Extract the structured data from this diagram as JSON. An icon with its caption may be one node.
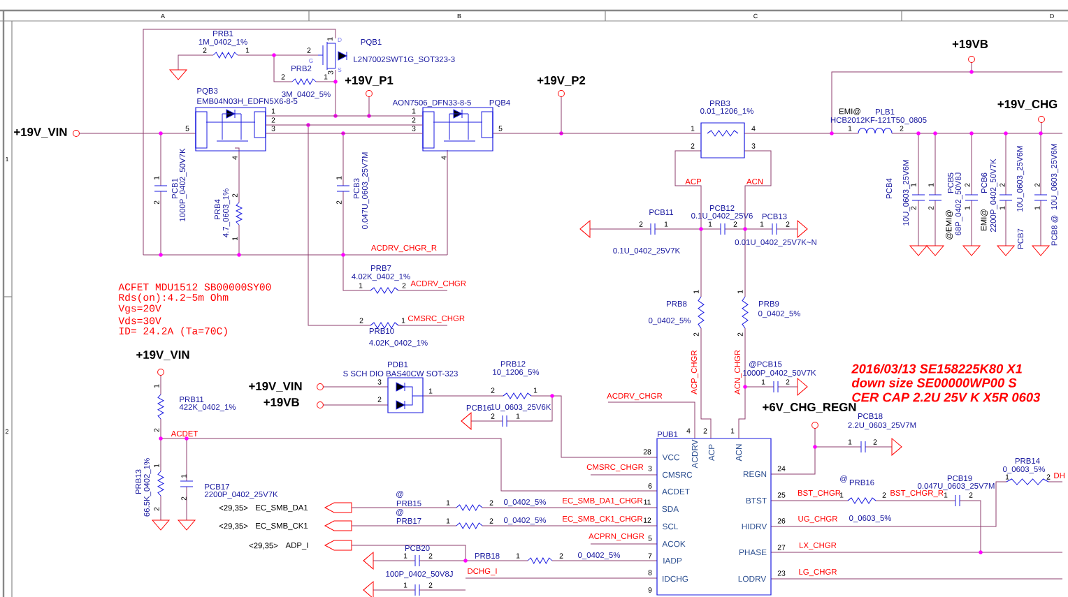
{
  "diagram": {
    "nodes": [
      {
        "text": [],
        "shape": "box",
        "beside": [
          "PQB3",
          "EMB04N03H_EDFN5X6-8-5"
        ]
      },
      {
        "text": [],
        "shape": "box",
        "beside": [
          "AON7506_DFN33-8-5",
          "PQB4"
        ]
      },
      {
        "text": [],
        "shape": "box",
        "beside": [
          "PRB3",
          "0.01_1206_1%"
        ]
      },
      {
        "text": [],
        "shape": "box",
        "beside": [
          "PDB1",
          "S SCH DIO BAS40CW  SOT-323"
        ]
      },
      {
        "text": [
          "VCC",
          "CMSRC",
          "ACDET",
          "SDA",
          "SCL",
          "ACOK",
          "IADP",
          "IDCHG",
          "ACDRV",
          "ACP",
          "ACN",
          "REGN",
          "BTST",
          "HIDRV",
          "PHASE",
          "LODRV"
        ],
        "beside": [
          "PUB1"
        ]
      }
    ],
    "edges": [
      {
        "from": 0,
        "to": 1,
        "arrow": "none"
      },
      {
        "from": 0,
        "to": 1,
        "arrow": "none"
      },
      {
        "from": 0,
        "to": 1,
        "arrow": "none"
      },
      {
        "from": 1,
        "to": 2,
        "arrow": "none"
      }
    ],
    "labels": [
      "A",
      "B",
      "C",
      "D",
      "1",
      "2",
      "PRB1",
      "1M_0402_1%",
      "2",
      "1",
      "2",
      "1",
      "D",
      "G",
      "S",
      "PQB1",
      "L2N7002SWT1G_SOT323-3",
      "PRB2",
      "2",
      "1",
      "3",
      "3M_0402_5%",
      "+19V_P1",
      "+19V_P2",
      "+19VB",
      "+19V_CHG",
      "1",
      "2",
      "5",
      "3",
      "1",
      "2",
      "3",
      "5",
      "1",
      "4",
      "2",
      "3",
      "EMI@",
      "PLB1",
      "HCB2012KF-121T50_0805",
      "1",
      "2",
      "+19V_VIN",
      "4",
      "4",
      "1",
      "2",
      "PCB1",
      "1000P_0402_50V7K",
      "2",
      "1",
      "PRB4",
      "4.7_0603_1%",
      "1",
      "2",
      "PCB3",
      "0.047U_0603_25V7M",
      "ACP",
      "ACN",
      "PCB4",
      "10U_0603_25V6M",
      "1",
      "2",
      "1",
      "2",
      "PCB5",
      "@EMI@",
      "68P_0402_50V8J",
      "2",
      "1",
      "PCB6",
      "EMI@",
      "2200P_0402_50V7K",
      "2",
      "1",
      "10U_0603_25V6M",
      "PCB7",
      "2",
      "1",
      "10U_0603_25V6M",
      "PCB8 @",
      "PCB11",
      "2",
      "1",
      "0.1U_0402_25V7K",
      "PCB12",
      "0.1U_0402_25V6",
      "1",
      "2",
      "PCB13",
      "1",
      "2",
      "0.01U_0402_25V7K~N",
      "ACDRV_CHGR_R",
      "PRB7",
      "4.02K_0402_1%",
      "1",
      "2",
      "ACDRV_CHGR",
      "ACFET  MDU1512  SB00000SY00",
      "Rds(on):4.2~5m  Ohm",
      "Vgs=20V",
      "Vds=30V",
      "ID= 24.2A  (Ta=70C)",
      "PRB8",
      "0_0402_5%",
      "1",
      "2",
      "PRB9",
      "0_0402_5%",
      "1",
      "2",
      "2",
      "1",
      "CMSRC_CHGR",
      "PRB10",
      "4.02K_0402_1%",
      "+19V_VIN",
      "ACP_CHGR",
      "ACN_CHGR",
      "@PCB15",
      "1000P_0402_50V7K",
      "1",
      "2",
      "2016/03/13   SE158225K80   X1",
      "down size SE00000WP00  S",
      "CER CAP 2.2U 25V K X5R 0603",
      "PRB12",
      "10_1206_5%",
      "3",
      "+19V_VIN",
      "1",
      "1",
      "2",
      "1",
      "PRB11",
      "+19VB",
      "2",
      "ACDRV_CHGR",
      "422K_0402_1%",
      "PCB16",
      "1U_0603_25V6K",
      "+6V_CHG_REGN",
      "2",
      "1",
      "PCB18",
      "2.2U_0603_25V7M",
      "2",
      "ACDET",
      "4",
      "2",
      "1",
      "1",
      "2",
      "28",
      "PRB14",
      "1",
      "CMSRC_CHGR",
      "3",
      "24",
      "0_0603_5%",
      "1",
      "@",
      "PCB19",
      "1",
      "2",
      "DH",
      "PRB13",
      "66.5K_0402_1%",
      "PCB17",
      "6",
      "PRB16",
      "0.047U_0603_25V7M",
      "2",
      "2200P_0402_25V7K",
      "@",
      "25",
      "BST_CHGR",
      "1",
      "2",
      "BST_CHGR_R",
      "1",
      "2",
      "PRB15",
      "1",
      "2",
      "0_0402_5%",
      "EC_SMB_DA1_CHGR",
      "11",
      "2",
      "<29,35>",
      "EC_SMB_DA1",
      "@",
      "PRB17",
      "1",
      "2",
      "0_0402_5%",
      "EC_SMB_CK1_CHGR",
      "12",
      "26",
      "UG_CHGR",
      "0_0603_5%",
      "<29,35>",
      "EC_SMB_CK1",
      "ACPRN_CHGR",
      "5",
      "<29,35>",
      "ADP_I",
      "PCB20",
      "27",
      "LX_CHGR",
      "1",
      "2",
      "PRB18",
      "1",
      "2",
      "0_0402_5%",
      "7",
      "100P_0402_50V8J",
      "DCHG_I",
      "8",
      "23",
      "LG_CHGR",
      "1",
      "2",
      "9"
    ]
  }
}
